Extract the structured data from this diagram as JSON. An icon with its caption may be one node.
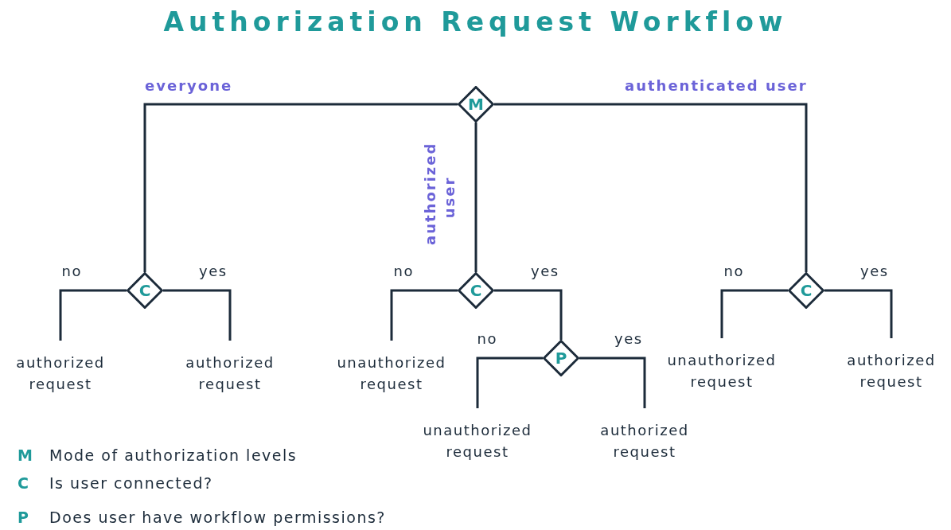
{
  "diagram": {
    "title": "Authorization Request Workflow",
    "nodes": [
      {
        "text": [
          "M"
        ]
      },
      {
        "text": [
          "C"
        ]
      },
      {
        "text": [
          "C"
        ]
      },
      {
        "text": [
          "C"
        ]
      },
      {
        "text": [
          "P"
        ]
      },
      {
        "text": [
          "authorized request"
        ]
      },
      {
        "text": [
          "authorized request"
        ]
      },
      {
        "text": [
          "unauthorized request"
        ]
      },
      {
        "text": [
          "unauthorized request"
        ]
      },
      {
        "text": [
          "authorized request"
        ]
      },
      {
        "text": [
          "unauthorized request"
        ]
      },
      {
        "text": [
          "authorized request"
        ]
      }
    ],
    "edges": [
      {
        "from": 0,
        "to": 1,
        "arrow": "none",
        "label": "everyone"
      },
      {
        "from": 0,
        "to": 2,
        "arrow": "none",
        "label": "authorized user"
      },
      {
        "from": 0,
        "to": 3,
        "arrow": "none",
        "label": "authenticated user"
      },
      {
        "from": 1,
        "to": 5,
        "arrow": "none",
        "label": "no"
      },
      {
        "from": 1,
        "to": 6,
        "arrow": "none",
        "label": "yes"
      },
      {
        "from": 2,
        "to": 7,
        "arrow": "none",
        "label": "no"
      },
      {
        "from": 2,
        "to": 4,
        "arrow": "none",
        "label": "yes"
      },
      {
        "from": 4,
        "to": 8,
        "arrow": "none",
        "label": "no"
      },
      {
        "from": 4,
        "to": 9,
        "arrow": "none",
        "label": "yes"
      },
      {
        "from": 3,
        "to": 10,
        "arrow": "none",
        "label": "no"
      },
      {
        "from": 3,
        "to": 11,
        "arrow": "none",
        "label": "yes"
      }
    ],
    "labels": [
      "M",
      "Mode of authorization levels",
      "C",
      "Is user connected?",
      "P",
      "Does user have workflow permissions?"
    ]
  }
}
